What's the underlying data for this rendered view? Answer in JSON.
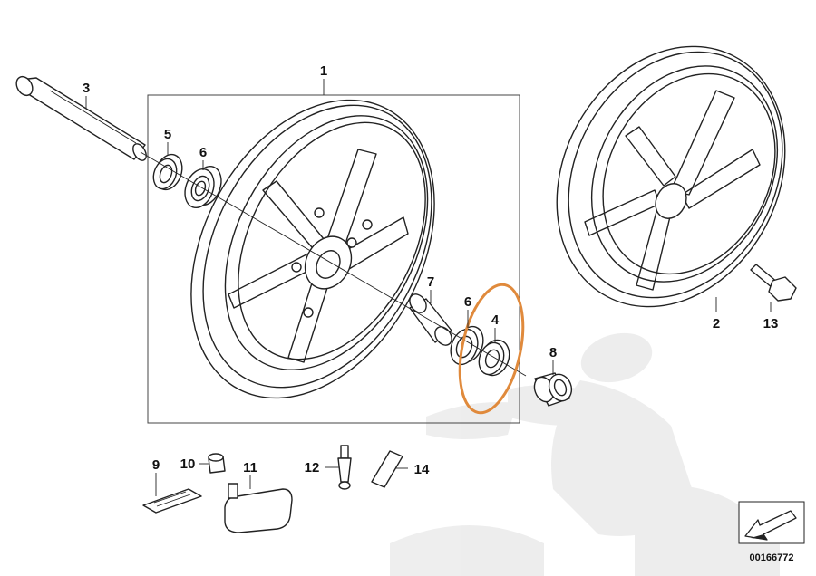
{
  "callouts": {
    "c1": "1",
    "c2": "2",
    "c3": "3",
    "c4": "4",
    "c5": "5",
    "c6a": "6",
    "c6b": "6",
    "c7": "7",
    "c8": "8",
    "c9": "9",
    "c10": "10",
    "c11": "11",
    "c12": "12",
    "c13": "13",
    "c14": "14"
  },
  "diagram_number": "00166772",
  "highlight_color": "#e08a3c",
  "icons": {
    "direction_arrow": "arrow-direction-icon",
    "watermark": "mechanic-watermark"
  }
}
